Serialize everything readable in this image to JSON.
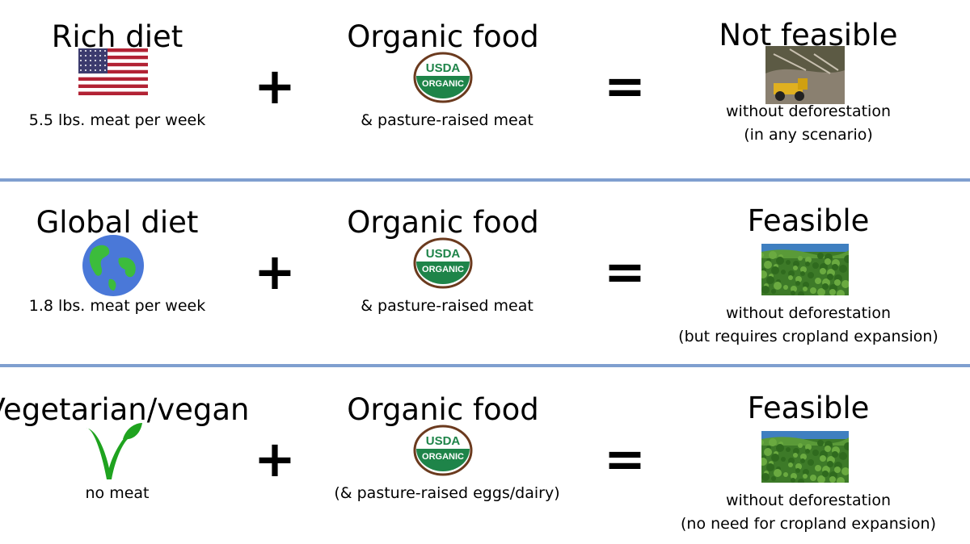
{
  "rows": [
    {
      "diet": "Rich diet",
      "diet_icon": "us-flag-icon",
      "diet_caption": "5.5 lbs. meat per week",
      "plus": "+",
      "food": "Organic food",
      "food_caption": "& pasture-raised meat",
      "equals": "=",
      "result": "Not feasible",
      "result_image": "deforestation-truck-image",
      "result_lines": [
        "without deforestation",
        "(in any scenario)"
      ]
    },
    {
      "diet": "Global diet",
      "diet_icon": "globe-icon",
      "diet_caption": "1.8 lbs. meat per week",
      "plus": "+",
      "food": "Organic food",
      "food_caption": "& pasture-raised meat",
      "equals": "=",
      "result": "Feasible",
      "result_image": "forest-image",
      "result_lines": [
        "without deforestation",
        "(but requires cropland expansion)"
      ]
    },
    {
      "diet": "Vegetarian/vegan",
      "diet_icon": "vegan-leaf-icon",
      "diet_caption": "no meat",
      "plus": "+",
      "food": "Organic food",
      "food_caption": "(& pasture-raised eggs/dairy)",
      "equals": "=",
      "result": "Feasible",
      "result_image": "forest-image",
      "result_lines": [
        "without deforestation",
        "(no need for cropland expansion)"
      ]
    }
  ],
  "usda_logo": {
    "line1": "USDA",
    "line2": "ORGANIC"
  },
  "colors": {
    "divider": "#7f9fcf",
    "usda_green": "#1e8449",
    "usda_brown": "#6b3a1e"
  }
}
